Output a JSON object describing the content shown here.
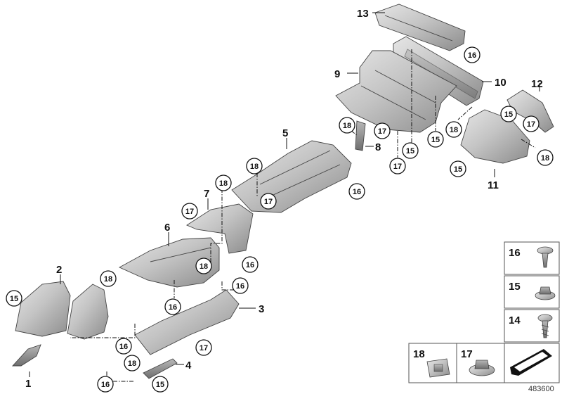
{
  "parts": {
    "p1": "1",
    "p2": "2",
    "p3": "3",
    "p4": "4",
    "p5": "5",
    "p6": "6",
    "p7": "7",
    "p8": "8",
    "p9": "9",
    "p10": "10",
    "p11": "11",
    "p12": "12",
    "p13": "13"
  },
  "callouts": {
    "c15": "15",
    "c16": "16",
    "c17": "17",
    "c18": "18"
  },
  "legend": {
    "l16": "16",
    "l15": "15",
    "l14": "14",
    "l18": "18",
    "l17": "17"
  },
  "file_number": "483600"
}
